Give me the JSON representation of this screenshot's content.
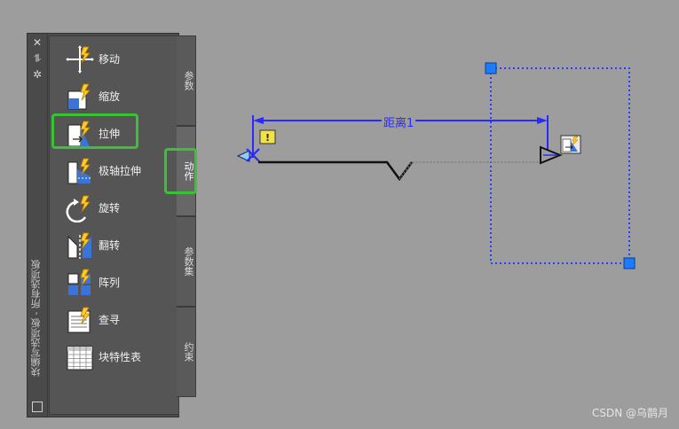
{
  "palette": {
    "title": "块编写选项板 - 所有选项板",
    "tools": [
      {
        "label": "移动",
        "icon": "move-icon"
      },
      {
        "label": "缩放",
        "icon": "scale-icon"
      },
      {
        "label": "拉伸",
        "icon": "stretch-icon"
      },
      {
        "label": "极轴拉伸",
        "icon": "polar-stretch-icon"
      },
      {
        "label": "旋转",
        "icon": "rotate-icon"
      },
      {
        "label": "翻转",
        "icon": "flip-icon"
      },
      {
        "label": "阵列",
        "icon": "array-icon"
      },
      {
        "label": "查寻",
        "icon": "lookup-icon"
      },
      {
        "label": "块特性表",
        "icon": "block-table-icon"
      }
    ],
    "tabs": [
      {
        "label": "参数",
        "active": false
      },
      {
        "label": "动作",
        "active": true
      },
      {
        "label": "参数集",
        "active": false
      },
      {
        "label": "约束",
        "active": false
      }
    ],
    "selected_tool": "拉伸"
  },
  "canvas": {
    "dimension_label": "距离1",
    "warning_symbol": "!"
  },
  "watermark": "CSDN @乌鹊月",
  "colors": {
    "highlight": "#39c233",
    "dimension": "#2a2aff",
    "grip": "#1a7cff",
    "warning": "#f2e14a"
  }
}
